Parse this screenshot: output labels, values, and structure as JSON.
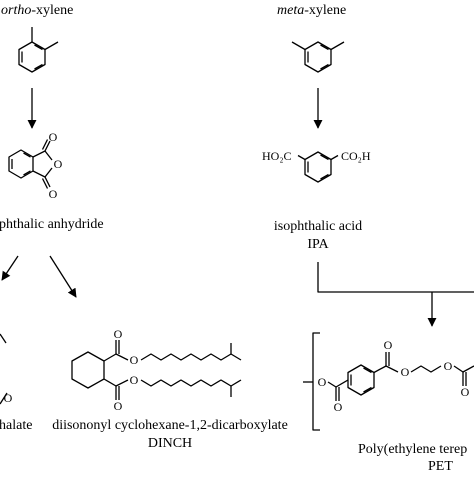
{
  "compounds": {
    "o_xylene": {
      "prefix": "ortho",
      "suffix": "-xylene"
    },
    "m_xylene": {
      "prefix": "meta",
      "suffix": "-xylene"
    },
    "phthalic_anhydride": {
      "name": "phthalic anhydride"
    },
    "ipa": {
      "name": "isophthalic acid",
      "abbrev": "IPA",
      "substituent_left": "HO₂C",
      "substituent_right": "CO₂H"
    },
    "left_cut": {
      "name": "halate"
    },
    "dinch": {
      "name": "diisononyl cyclohexane-1,2-dicarboxylate",
      "abbrev": "DINCH"
    },
    "pet": {
      "name": "Poly(ethylene terep",
      "abbrev": "PET"
    }
  },
  "atoms": {
    "oxygen": "O"
  }
}
